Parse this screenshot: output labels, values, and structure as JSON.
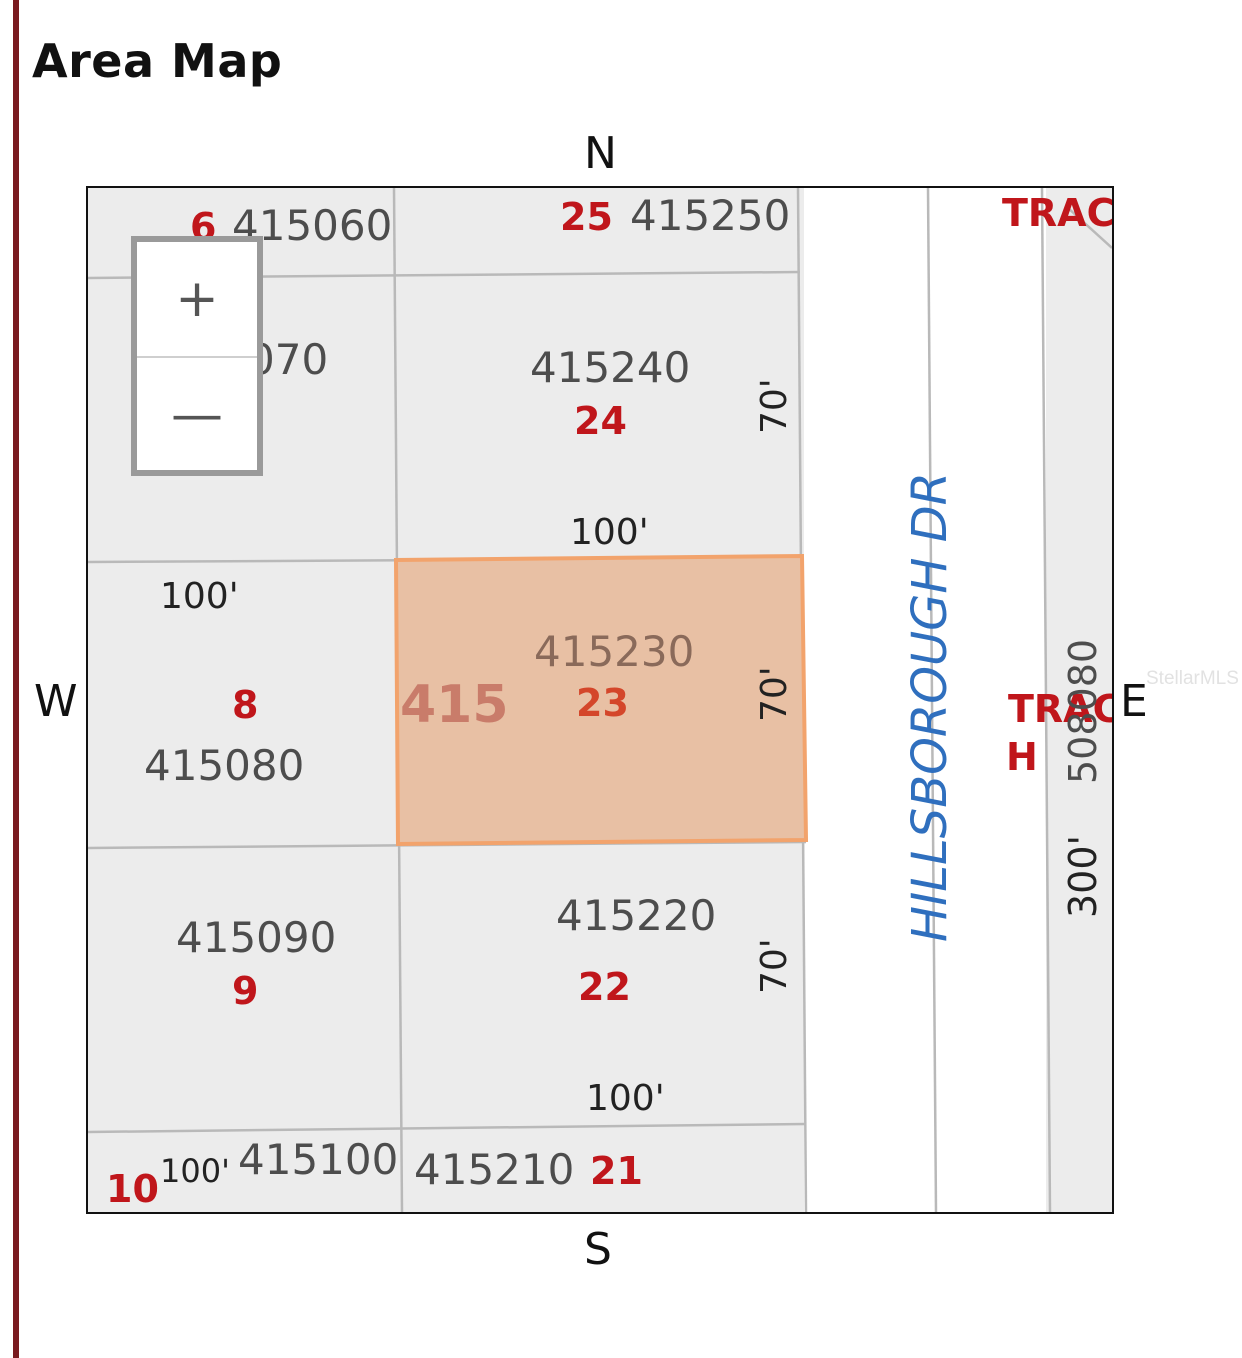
{
  "title": "Area Map",
  "compass": {
    "north": "N",
    "south": "S",
    "west": "W",
    "east": "E"
  },
  "zoom": {
    "in_label": "+",
    "out_label": "—"
  },
  "watermark": "StellarMLS",
  "colors": {
    "parcel_fill": "#ececec",
    "parcel_line": "#b9b9b9",
    "highlight_fill": "#e8c0a4",
    "highlight_stroke": "#f2a36c",
    "lot_number": "#c0161b",
    "parcel_id": "#4d4d4d",
    "street_label": "#2f6fbe",
    "dimension": "#222222",
    "frame": "#111111"
  },
  "map": {
    "street_name": "HILLSBOROUGH DR",
    "block_label": "415",
    "highlighted_parcel": {
      "parcel_id": "415230",
      "lot": "23",
      "dimension": "70'"
    },
    "parcels": [
      {
        "parcel_id": "415060",
        "lot": "6"
      },
      {
        "parcel_id": "415250",
        "lot": "25"
      },
      {
        "parcel_id": "070",
        "lot": ""
      },
      {
        "parcel_id": "415240",
        "lot": "24",
        "depth": "100'",
        "width": "70'"
      },
      {
        "parcel_id": "415080",
        "lot": "8",
        "depth": "100'"
      },
      {
        "parcel_id": "415090",
        "lot": "9"
      },
      {
        "parcel_id": "415220",
        "lot": "22",
        "depth": "100'",
        "width": "70'"
      },
      {
        "parcel_id": "415100",
        "lot": "10",
        "depth": "100'"
      },
      {
        "parcel_id": "415210",
        "lot": "21"
      }
    ],
    "east_labels": {
      "tract_top": "TRAC",
      "tract_mid_line1": "TRAC",
      "tract_mid_line2": "H",
      "parcel_vertical": "508080",
      "dimension_vertical": "300'"
    }
  }
}
